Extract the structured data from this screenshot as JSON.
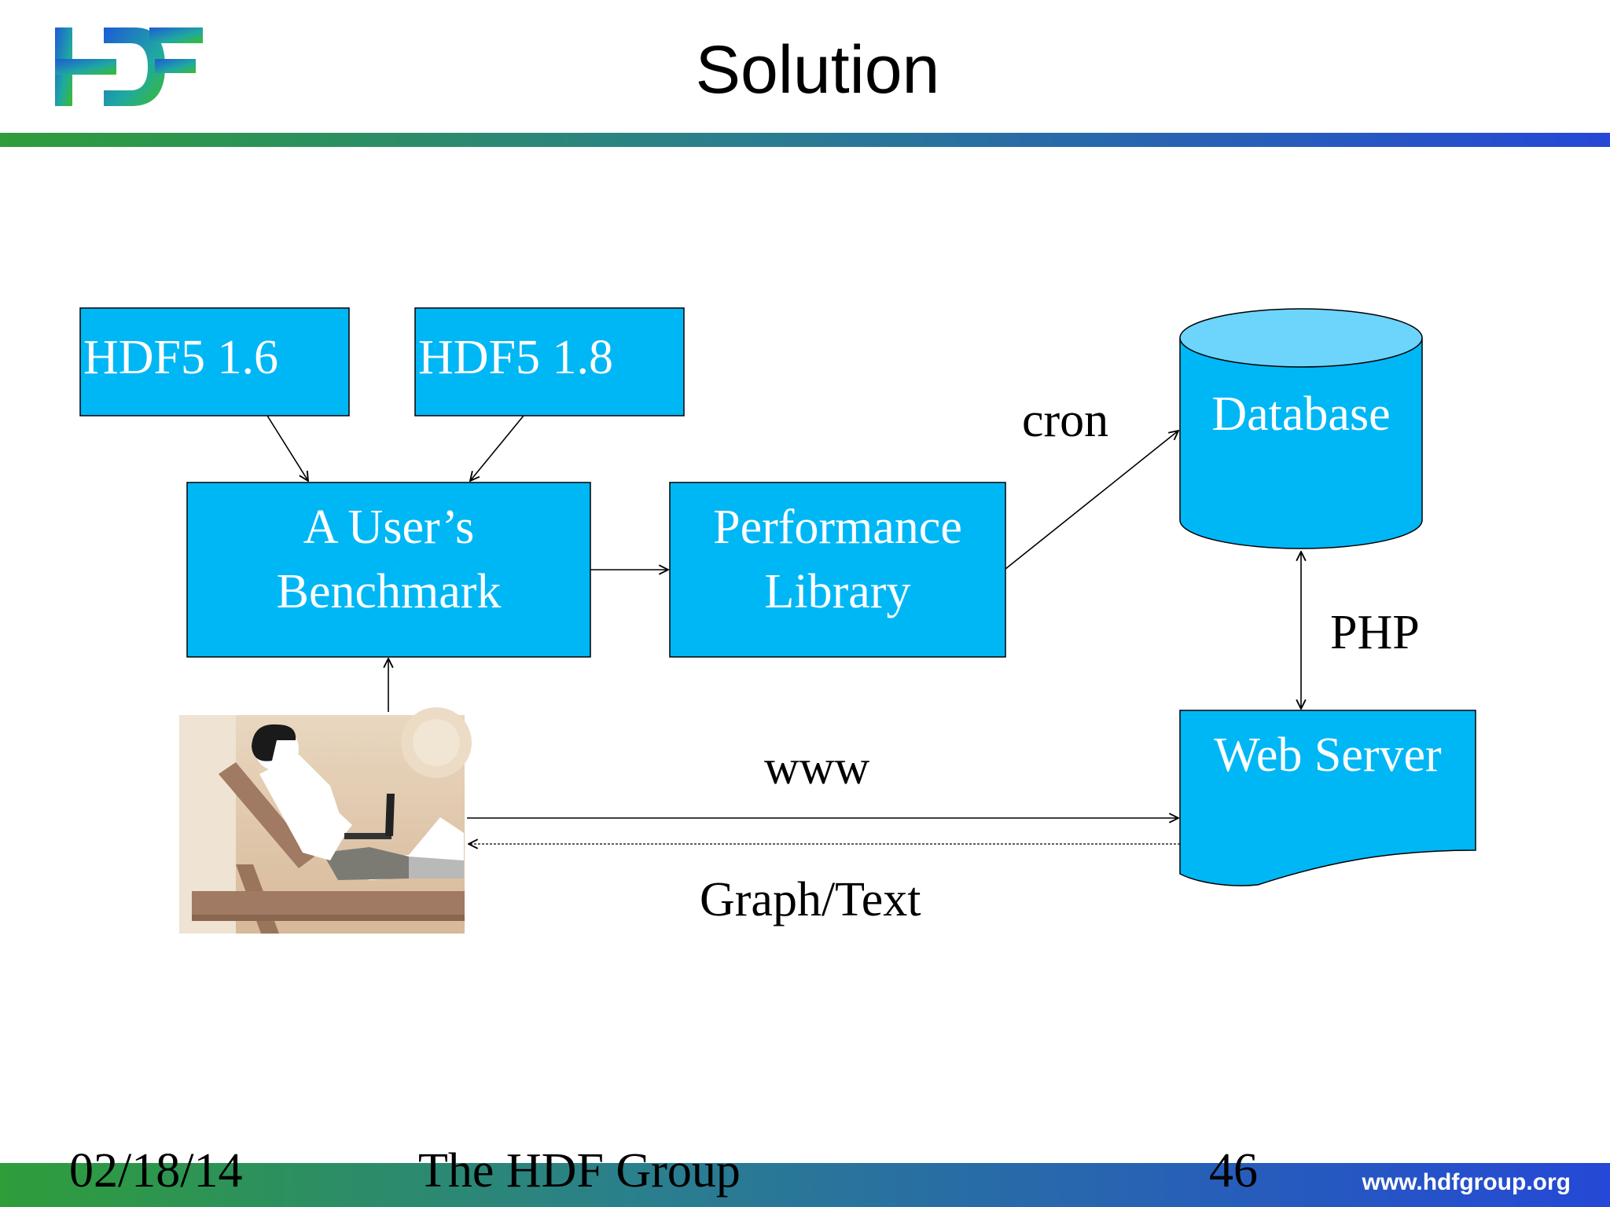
{
  "slide": {
    "title": "Solution"
  },
  "diagram": {
    "nodes": {
      "hdf5_16": "HDF5 1.6",
      "hdf5_18": "HDF5 1.8",
      "benchmark_line1": "A User’s",
      "benchmark_line2": "Benchmark",
      "perf_line1": "Performance",
      "perf_line2": "Library",
      "database": "Database",
      "web_server": "Web Server"
    },
    "edge_labels": {
      "cron": "cron",
      "php": "PHP",
      "www": "www",
      "graph_text": "Graph/Text"
    }
  },
  "footer": {
    "date": "02/18/14",
    "org": "The HDF Group",
    "page": "46",
    "url": "www.hdfgroup.org"
  },
  "colors": {
    "node_fill": "#00b7f5",
    "db_top": "#6dd4fb",
    "accent_green": "#2e9d3a",
    "accent_blue": "#2548d6"
  }
}
